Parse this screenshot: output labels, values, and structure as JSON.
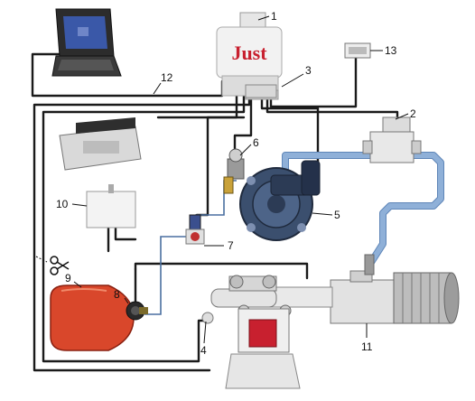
{
  "brand": {
    "logo_text": "Just",
    "logo_color": "#c8202f"
  },
  "callouts": [
    {
      "id": "1",
      "label": "1"
    },
    {
      "id": "2",
      "label": "2"
    },
    {
      "id": "3",
      "label": "3"
    },
    {
      "id": "4",
      "label": "4"
    },
    {
      "id": "5",
      "label": "5"
    },
    {
      "id": "6",
      "label": "6"
    },
    {
      "id": "7",
      "label": "7"
    },
    {
      "id": "8",
      "label": "8"
    },
    {
      "id": "9",
      "label": "9"
    },
    {
      "id": "10",
      "label": "10"
    },
    {
      "id": "11",
      "label": "11"
    },
    {
      "id": "12",
      "label": "12"
    },
    {
      "id": "13",
      "label": "13"
    }
  ],
  "colors": {
    "gas_line": "#8fb0d8",
    "wire": "#1a1a1a",
    "reducer": "#3b4f6e",
    "tank": "#d9472b",
    "piston": "#c8202f"
  },
  "icons": [
    "laptop-icon",
    "scissors-icon"
  ]
}
